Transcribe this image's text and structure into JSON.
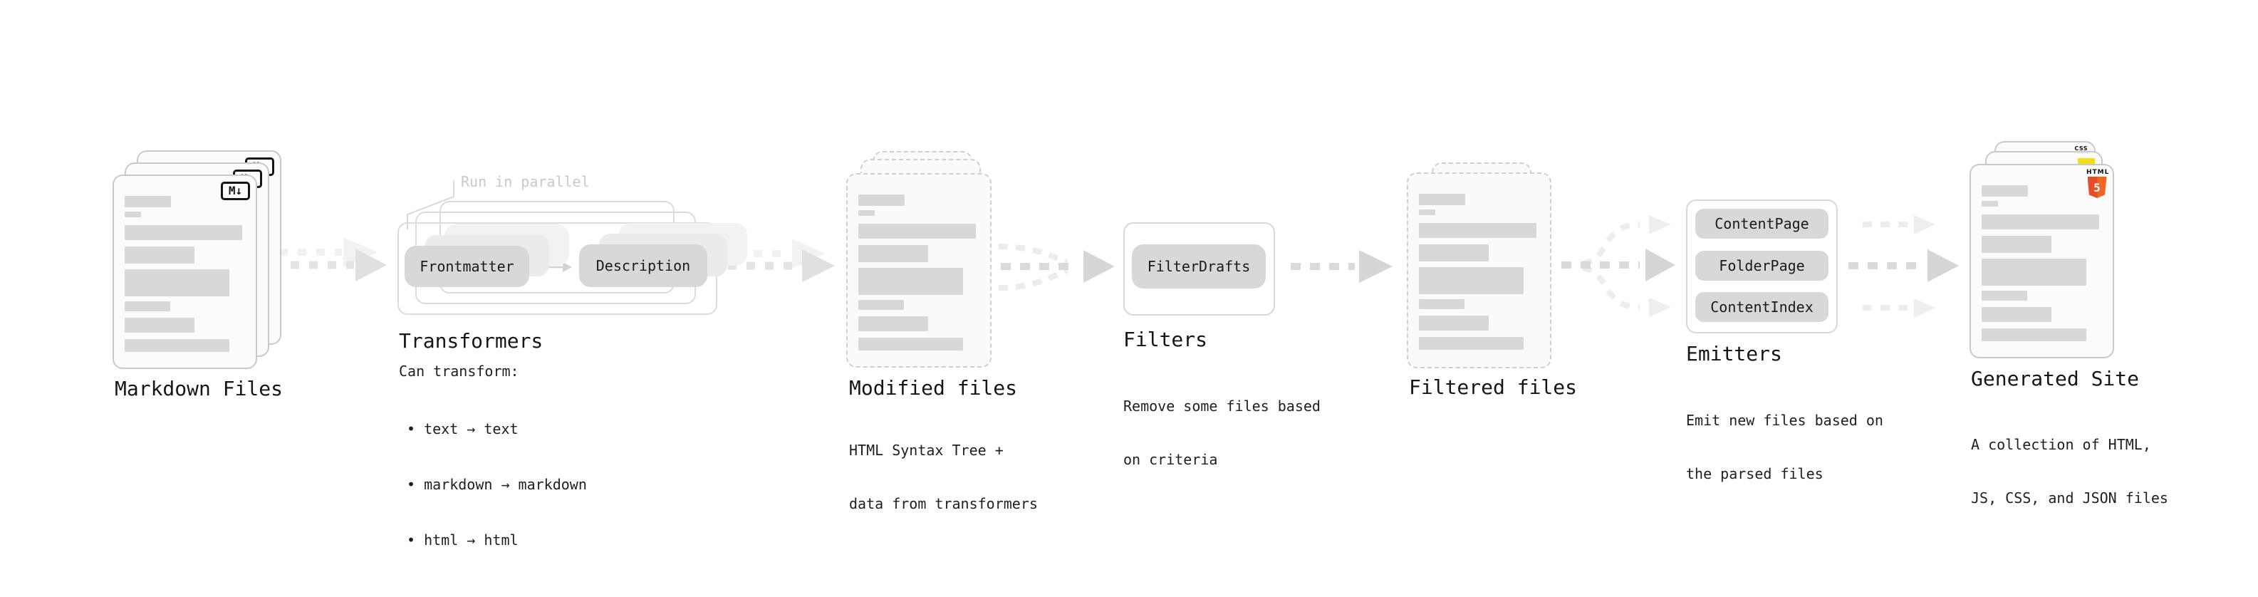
{
  "stages": {
    "markdown": {
      "label": "Markdown Files",
      "badge": "M↓"
    },
    "transformers": {
      "label": "Transformers",
      "parallel_note": "Run in parallel",
      "buttons": [
        "Frontmatter",
        "Description"
      ],
      "desc_title": "Can transform:",
      "bullets": [
        "• text → text",
        "• markdown → markdown",
        "• html → html"
      ]
    },
    "modified": {
      "label": "Modified files",
      "desc_line1": "HTML Syntax Tree +",
      "desc_line2": "data from transformers"
    },
    "filters": {
      "label": "Filters",
      "buttons": [
        "FilterDrafts"
      ],
      "desc_line1": "Remove some files based",
      "desc_line2": "on criteria"
    },
    "filtered": {
      "label": "Filtered files"
    },
    "emitters": {
      "label": "Emitters",
      "buttons": [
        "ContentPage",
        "FolderPage",
        "ContentIndex"
      ],
      "desc_line1": "Emit new files based on",
      "desc_line2": "the parsed files"
    },
    "generated": {
      "label": "Generated Site",
      "desc_line1": "A collection of HTML,",
      "desc_line2": "JS, CSS, and JSON files",
      "html5_word": "HTML",
      "html5_number": "5",
      "css_badge": "CSS"
    }
  },
  "colors": {
    "arrow_gray": "#dcdcdc",
    "chip_gray": "#d8d8d8",
    "html5_orange": "#e44d26",
    "js_yellow": "#f5de19",
    "css_blue": "#2965f1"
  }
}
